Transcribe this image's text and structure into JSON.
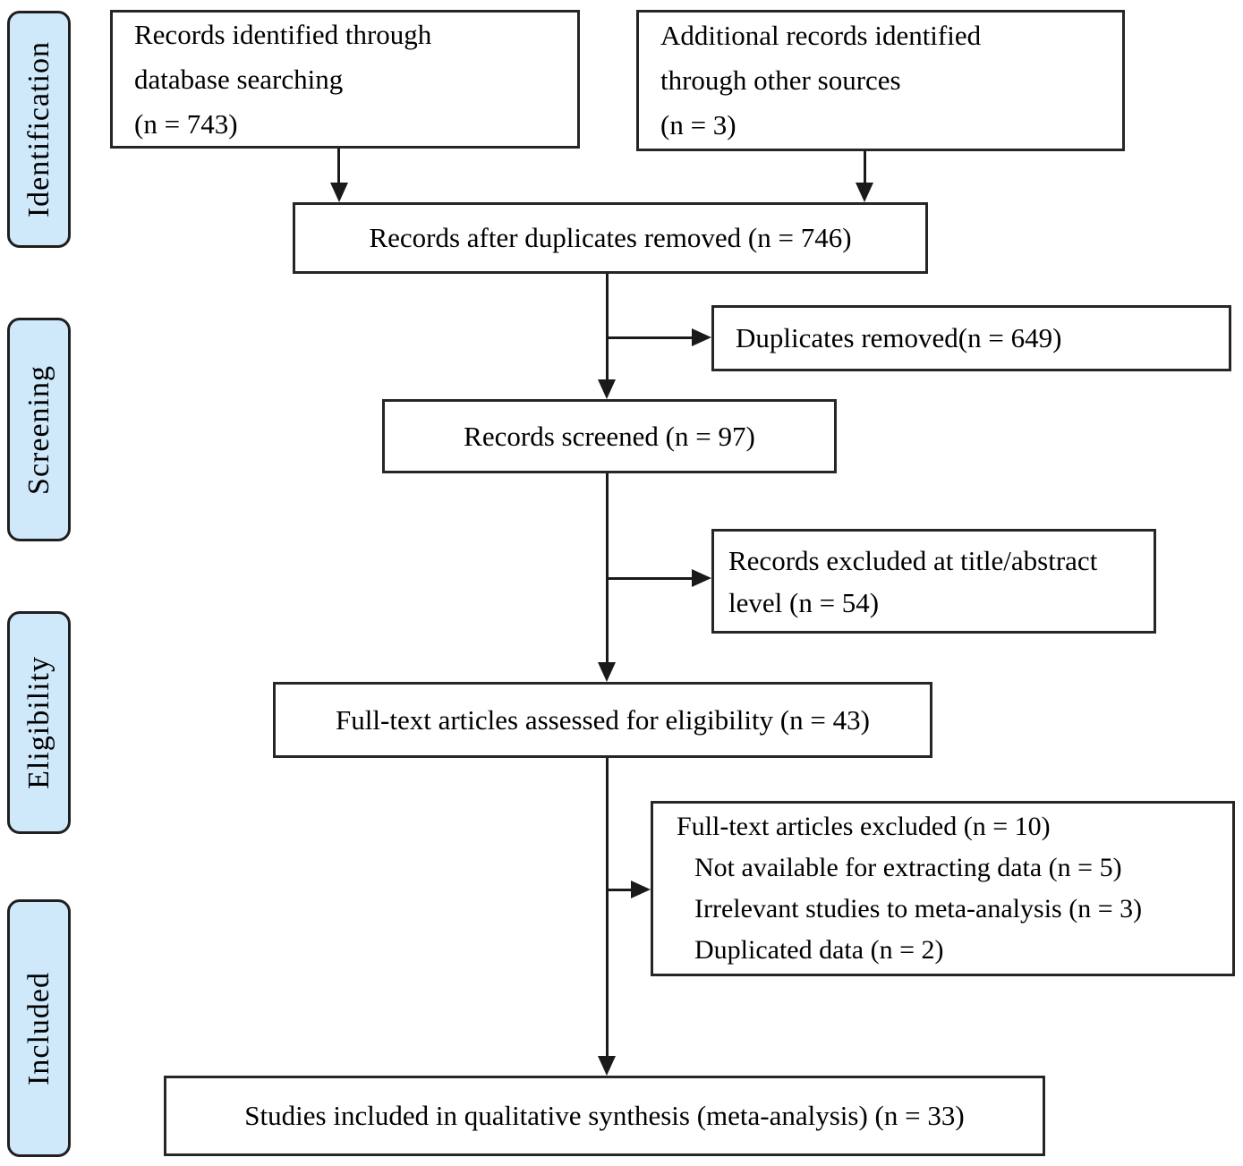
{
  "diagram_type": "prisma-flow",
  "stages": [
    "Identification",
    "Screening",
    "Eligibility",
    "Included"
  ],
  "boxes": {
    "records_identified": "Records identified through\ndatabase searching\n(n = 743)",
    "additional_records": "Additional records identified\nthrough other sources\n(n = 3)",
    "after_duplicates": "Records after duplicates removed (n = 746)",
    "duplicates_removed": "Duplicates removed(n = 649)",
    "records_screened": "Records screened (n = 97)",
    "records_excluded": "Records excluded at title/abstract\nlevel (n = 54)",
    "fulltext_assessed": "Full-text articles assessed for eligibility (n = 43)",
    "fulltext_excluded": [
      "Full-text articles excluded (n = 10)",
      "Not available for extracting data (n = 5)",
      "Irrelevant studies to meta-analysis (n = 3)",
      "Duplicated data (n = 2)"
    ],
    "studies_included": "Studies included in qualitative synthesis (meta-analysis) (n = 33)"
  },
  "colors": {
    "stage_fill": "#cfe8fa",
    "box_fill": "#ffffff",
    "border": "#262626",
    "arrow": "#1a1a1a",
    "text": "#000000"
  }
}
